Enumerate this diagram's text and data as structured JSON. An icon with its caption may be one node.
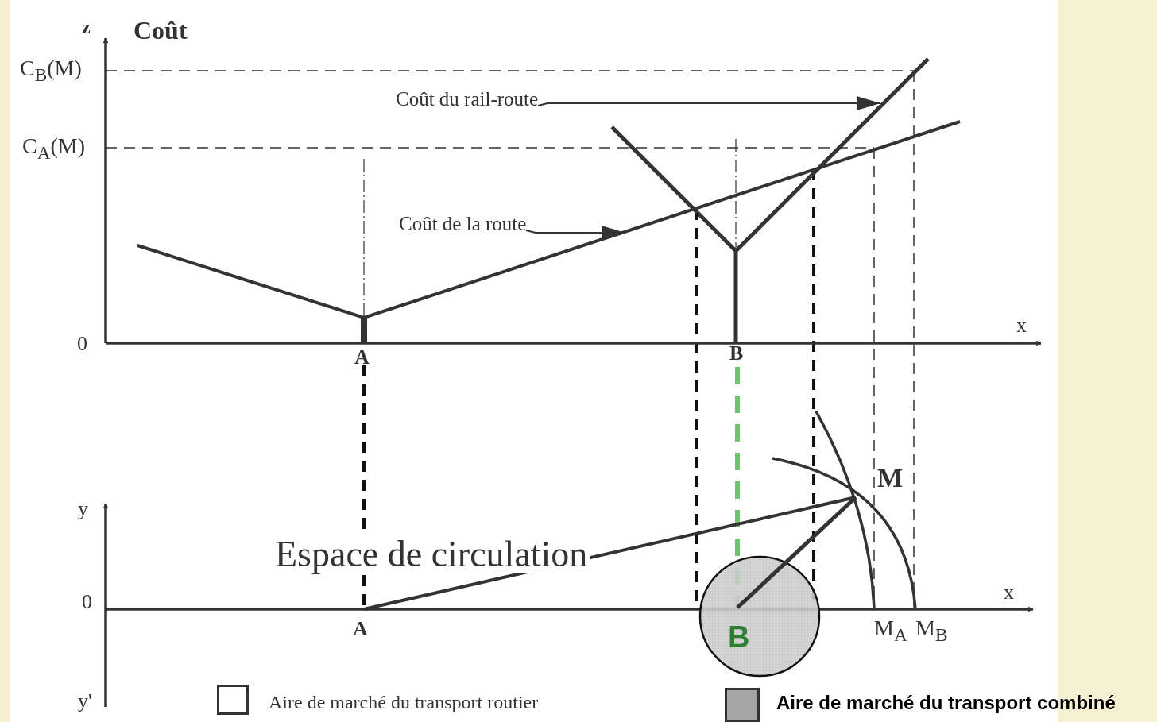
{
  "diagram": {
    "nodes": [
      {
        "text": [
          "Coût du rail-route"
        ]
      },
      {
        "text": [
          "Coût de la route"
        ]
      }
    ],
    "edges": [
      {
        "from": 0,
        "to": null,
        "arrow": "to"
      },
      {
        "from": 1,
        "to": null,
        "arrow": "to"
      }
    ],
    "labels": [
      "z",
      "Coût",
      "C$_{B}$(M)",
      "C$_{A}$(M)",
      "0",
      "A",
      "B",
      "x",
      "M",
      "y",
      "Espace de circulation",
      "0",
      "A",
      "x",
      "B",
      "M$_{A}$",
      "M$_{B}$",
      "y'"
    ],
    "legend": [
      {
        "text": "Aire de marché du transport routier",
        "color": "#ffffff"
      },
      {
        "text": "Aire de marché du transport combiné",
        "color": "#a6a6a6"
      }
    ]
  }
}
